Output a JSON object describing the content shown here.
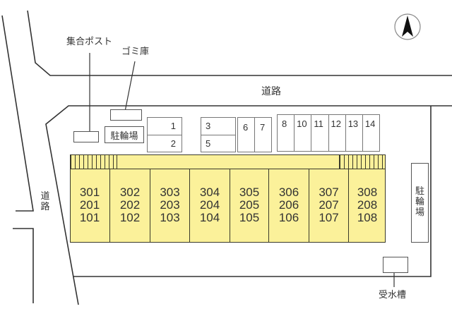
{
  "map": {
    "north_arrow": {
      "icon": "north-arrow-icon"
    },
    "labels": {
      "mailbox": "集合ポスト",
      "garbage": "ゴミ庫",
      "road_top": "道路",
      "road_left": [
        "道",
        "路"
      ],
      "bicycle_parking_left": "駐輪場",
      "bicycle_parking_right": [
        "駐",
        "輪",
        "場"
      ],
      "water_tank": "受水槽"
    },
    "parking": {
      "group_a": [
        "1",
        "2"
      ],
      "group_b": [
        "3",
        "5"
      ],
      "group_c": [
        "6",
        "7"
      ],
      "group_d": [
        "8",
        "10",
        "11",
        "12",
        "13",
        "14"
      ]
    },
    "building": {
      "fill_color": "#fbf19a",
      "units": [
        {
          "floors": [
            "301",
            "201",
            "101"
          ]
        },
        {
          "floors": [
            "302",
            "202",
            "102"
          ]
        },
        {
          "floors": [
            "303",
            "203",
            "103"
          ]
        },
        {
          "floors": [
            "304",
            "204",
            "104"
          ]
        },
        {
          "floors": [
            "305",
            "205",
            "105"
          ]
        },
        {
          "floors": [
            "306",
            "206",
            "106"
          ]
        },
        {
          "floors": [
            "307",
            "207",
            "107"
          ]
        },
        {
          "floors": [
            "308",
            "208",
            "108"
          ]
        }
      ]
    }
  }
}
